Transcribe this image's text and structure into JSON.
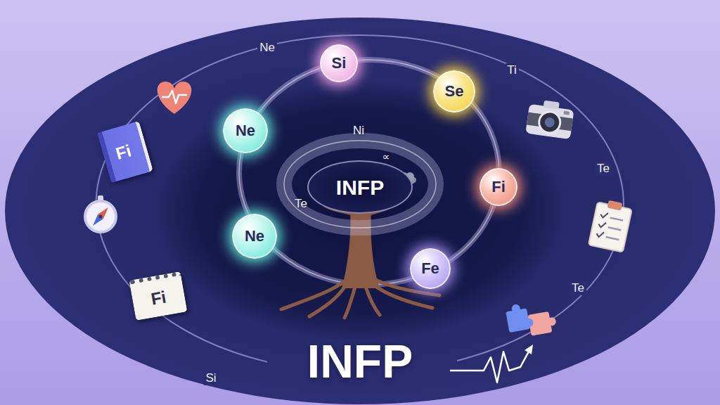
{
  "diagram": {
    "title": "INFP",
    "nodes": [
      {
        "text": [
          "Si"
        ]
      },
      {
        "text": [
          "Se"
        ]
      },
      {
        "text": [
          "Ne"
        ]
      },
      {
        "text": [
          "Fi"
        ]
      },
      {
        "text": [
          "INFP"
        ]
      },
      {
        "text": [
          "Fi"
        ]
      },
      {
        "text": [
          "Ne"
        ]
      },
      {
        "text": [
          "Fe"
        ]
      },
      {
        "text": [
          "Fi"
        ]
      }
    ],
    "labels": [
      "Ne",
      "Ti",
      "Ni",
      "∝",
      "Te",
      "Te",
      "Te",
      "Si"
    ]
  }
}
